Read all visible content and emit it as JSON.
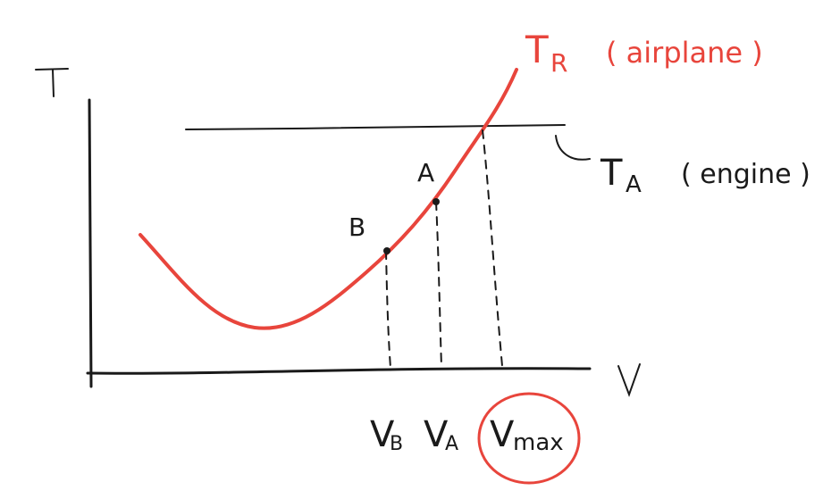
{
  "diagram": {
    "axes": {
      "y_label": "T",
      "x_label": "V"
    },
    "curves": {
      "thrust_required": {
        "label_main": "T",
        "label_sub": "R",
        "label_note": "( airplane )",
        "color": "#e8453c"
      },
      "thrust_available": {
        "label_main": "T",
        "label_sub": "A",
        "label_note": "( engine )",
        "color": "#1a1a1a"
      }
    },
    "points": [
      {
        "id": "A",
        "label": "A"
      },
      {
        "id": "B",
        "label": "B"
      }
    ],
    "speed_labels": {
      "v_b": {
        "main": "V",
        "sub": "B"
      },
      "v_a": {
        "main": "V",
        "sub": "A"
      },
      "v_max": {
        "main": "V",
        "sub": "max",
        "highlight_color": "#e8453c"
      }
    }
  }
}
